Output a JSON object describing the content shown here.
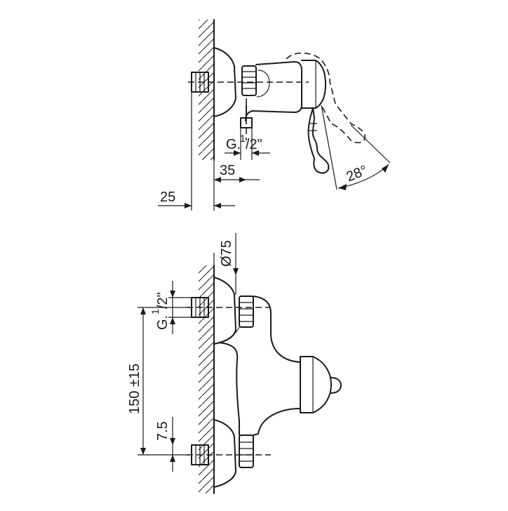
{
  "dimensions": {
    "thread_top": "G.",
    "thread_top_frac": "1",
    "thread_top_tail": "/2\"",
    "d35": "35",
    "d25": "25",
    "angle": "28°",
    "dia75": "Ø75",
    "thread_front": "G.",
    "thread_front_frac": "1",
    "thread_front_tail": "/2\"",
    "d150": "150 ±15",
    "d75": "7.5"
  }
}
